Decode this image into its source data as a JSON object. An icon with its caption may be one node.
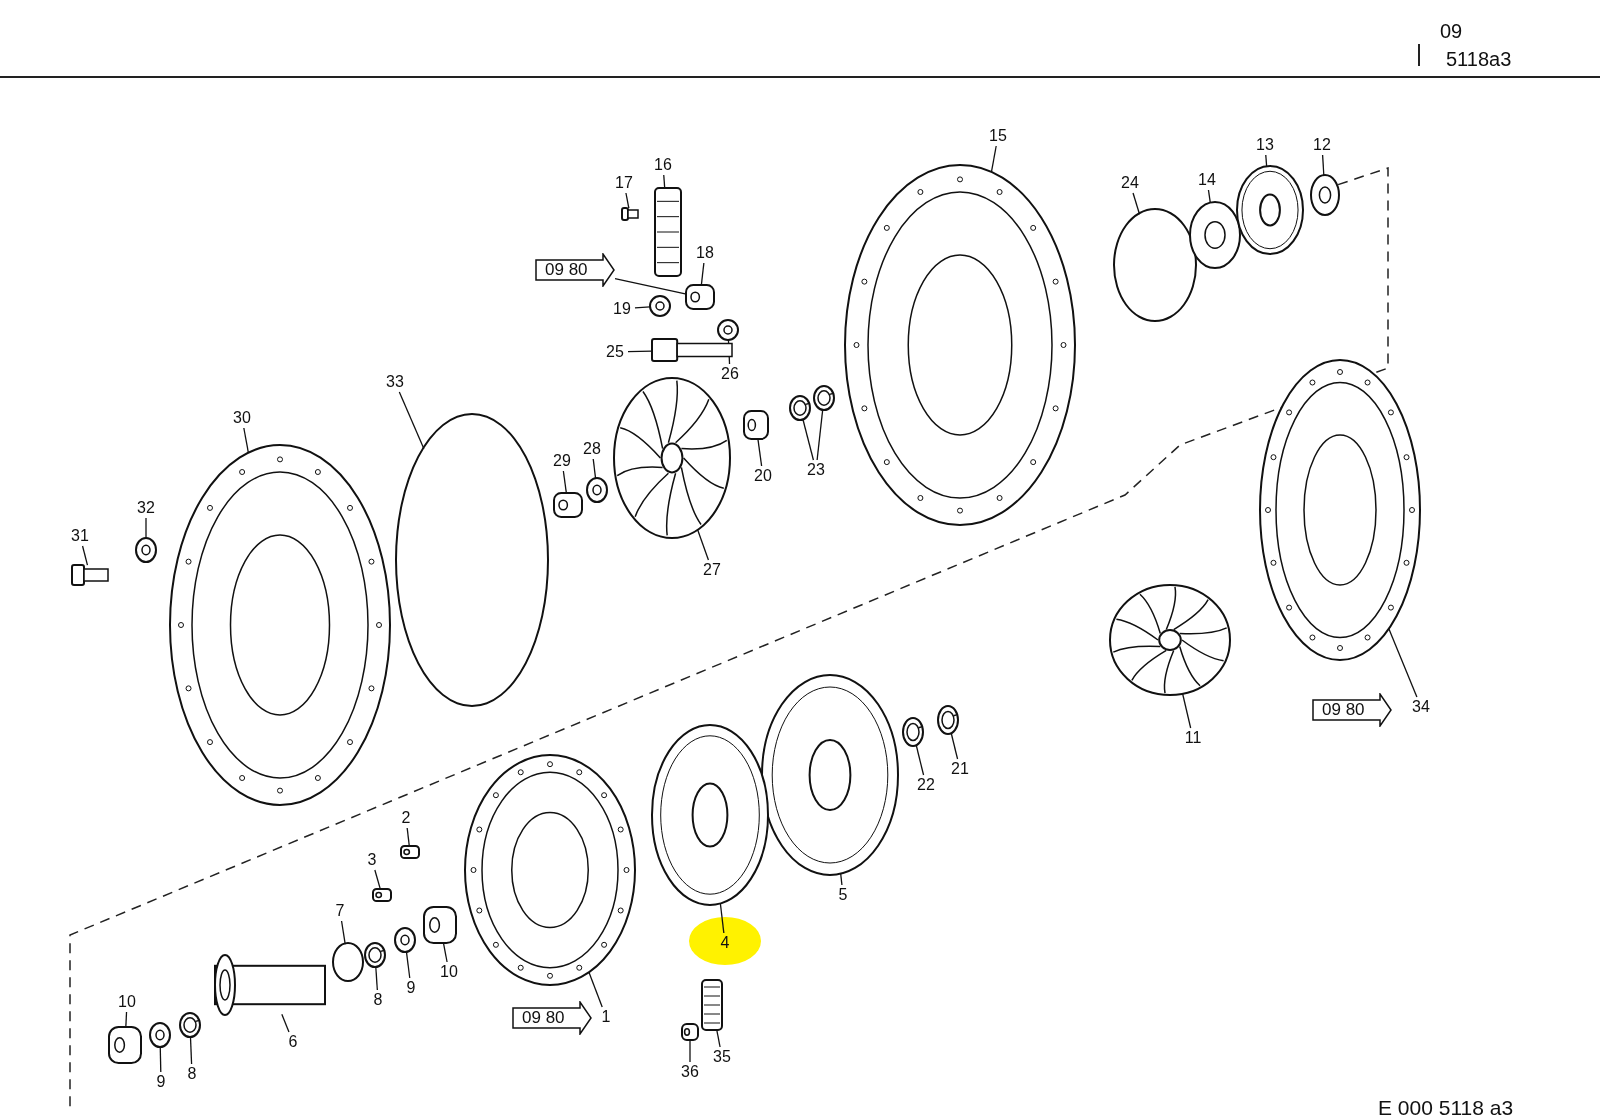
{
  "diagram": {
    "nodes": [
      {
        "text": [
          "15"
        ]
      },
      {
        "text": [],
        "shape": "picture"
      },
      {
        "text": [
          "16"
        ]
      },
      {
        "text": [],
        "shape": "picture"
      },
      {
        "text": [
          "17"
        ]
      },
      {
        "text": [],
        "shape": "picture"
      },
      {
        "text": [
          "18"
        ]
      },
      {
        "text": [],
        "shape": "picture"
      },
      {
        "text": [
          "19"
        ]
      },
      {
        "text": [],
        "shape": "picture"
      },
      {
        "text": [
          "25"
        ]
      },
      {
        "text": [],
        "shape": "picture"
      },
      {
        "text": [
          "26"
        ]
      },
      {
        "text": [],
        "shape": "picture"
      },
      {
        "text": [
          "24"
        ]
      },
      {
        "text": [],
        "shape": "circle"
      },
      {
        "text": [
          "14"
        ]
      },
      {
        "text": [],
        "shape": "picture"
      },
      {
        "text": [
          "13"
        ]
      },
      {
        "text": [],
        "shape": "picture"
      },
      {
        "text": [
          "12"
        ]
      },
      {
        "text": [],
        "shape": "picture"
      },
      {
        "text": [
          "33"
        ]
      },
      {
        "text": [],
        "shape": "circle"
      },
      {
        "text": [
          "30"
        ]
      },
      {
        "text": [],
        "shape": "picture"
      },
      {
        "text": [
          "32"
        ]
      },
      {
        "text": [],
        "shape": "picture"
      },
      {
        "text": [
          "31"
        ]
      },
      {
        "text": [],
        "shape": "picture"
      },
      {
        "text": [
          "29"
        ]
      },
      {
        "text": [],
        "shape": "picture"
      },
      {
        "text": [
          "28"
        ]
      },
      {
        "text": [],
        "shape": "picture"
      },
      {
        "text": [
          "27"
        ]
      },
      {
        "text": [],
        "shape": "picture"
      },
      {
        "text": [
          "20"
        ]
      },
      {
        "text": [],
        "shape": "picture"
      },
      {
        "text": [
          "23"
        ]
      },
      {
        "text": [],
        "shape": "picture"
      },
      {
        "text": [],
        "shape": "picture"
      },
      {
        "text": [
          "34"
        ]
      },
      {
        "text": [],
        "shape": "picture"
      },
      {
        "text": [
          "11"
        ]
      },
      {
        "text": [],
        "shape": "picture"
      },
      {
        "text": [
          "21"
        ]
      },
      {
        "text": [],
        "shape": "picture"
      },
      {
        "text": [
          "22"
        ]
      },
      {
        "text": [],
        "shape": "picture"
      },
      {
        "text": [
          "5"
        ]
      },
      {
        "text": [],
        "shape": "picture"
      },
      {
        "text": [
          "4"
        ]
      },
      {
        "text": [],
        "shape": "picture"
      },
      {
        "text": [
          "2"
        ]
      },
      {
        "text": [],
        "shape": "picture"
      },
      {
        "text": [
          "3"
        ]
      },
      {
        "text": [],
        "shape": "picture"
      },
      {
        "text": [
          "7"
        ]
      },
      {
        "text": [],
        "shape": "circle"
      },
      {
        "text": [
          "8"
        ]
      },
      {
        "text": [],
        "shape": "picture"
      },
      {
        "text": [
          "9"
        ]
      },
      {
        "text": [],
        "shape": "picture"
      },
      {
        "text": [
          "10"
        ]
      },
      {
        "text": [],
        "shape": "picture"
      },
      {
        "text": [
          "1"
        ]
      },
      {
        "text": [],
        "shape": "picture"
      },
      {
        "text": [
          "6"
        ]
      },
      {
        "text": [],
        "shape": "picture"
      },
      {
        "text": [
          "10"
        ]
      },
      {
        "text": [],
        "shape": "picture"
      },
      {
        "text": [
          "9"
        ]
      },
      {
        "text": [],
        "shape": "picture"
      },
      {
        "text": [
          "8"
        ]
      },
      {
        "text": [],
        "shape": "picture"
      },
      {
        "text": [
          "36"
        ]
      },
      {
        "text": [],
        "shape": "picture"
      },
      {
        "text": [
          "35"
        ]
      },
      {
        "text": [],
        "shape": "picture"
      },
      {
        "text": [
          "09 80"
        ]
      },
      {
        "text": [
          "09 80"
        ]
      },
      {
        "text": [
          "09 80"
        ]
      }
    ],
    "edges": [
      {
        "from": 0,
        "to": 1,
        "arrow": "none"
      },
      {
        "from": 2,
        "to": 3,
        "arrow": "none"
      },
      {
        "from": 4,
        "to": 5,
        "arrow": "none"
      },
      {
        "from": 6,
        "to": 7,
        "arrow": "none"
      },
      {
        "from": 8,
        "to": 9,
        "arrow": "none"
      },
      {
        "from": 10,
        "to": 11,
        "arrow": "none"
      },
      {
        "from": 12,
        "to": 13,
        "arrow": "none"
      },
      {
        "from": 14,
        "to": 15,
        "arrow": "none"
      },
      {
        "from": 16,
        "to": 17,
        "arrow": "none"
      },
      {
        "from": 18,
        "to": 19,
        "arrow": "none"
      },
      {
        "from": 20,
        "to": 21,
        "arrow": "none"
      },
      {
        "from": 22,
        "to": 23,
        "arrow": "none"
      },
      {
        "from": 24,
        "to": 25,
        "arrow": "none"
      },
      {
        "from": 26,
        "to": 27,
        "arrow": "none"
      },
      {
        "from": 28,
        "to": 29,
        "arrow": "none"
      },
      {
        "from": 30,
        "to": 31,
        "arrow": "none"
      },
      {
        "from": 32,
        "to": 33,
        "arrow": "none"
      },
      {
        "from": 34,
        "to": 35,
        "arrow": "none"
      },
      {
        "from": 36,
        "to": 37,
        "arrow": "none"
      },
      {
        "from": 38,
        "to": 39,
        "arrow": "none"
      },
      {
        "from": 38,
        "to": 40,
        "arrow": "none"
      },
      {
        "from": 41,
        "to": 42,
        "arrow": "none"
      },
      {
        "from": 43,
        "to": 44,
        "arrow": "none"
      },
      {
        "from": 45,
        "to": 46,
        "arrow": "none"
      },
      {
        "from": 47,
        "to": 48,
        "arrow": "none"
      },
      {
        "from": 49,
        "to": 50,
        "arrow": "none"
      },
      {
        "from": 51,
        "to": 52,
        "arrow": "none"
      },
      {
        "from": 53,
        "to": 54,
        "arrow": "none"
      },
      {
        "from": 55,
        "to": 56,
        "arrow": "none"
      },
      {
        "from": 57,
        "to": 58,
        "arrow": "none"
      },
      {
        "from": 59,
        "to": 60,
        "arrow": "none"
      },
      {
        "from": 61,
        "to": 62,
        "arrow": "none"
      },
      {
        "from": 63,
        "to": 64,
        "arrow": "none"
      },
      {
        "from": 65,
        "to": 66,
        "arrow": "none"
      },
      {
        "from": 67,
        "to": 68,
        "arrow": "none"
      },
      {
        "from": 69,
        "to": 70,
        "arrow": "none"
      },
      {
        "from": 71,
        "to": 72,
        "arrow": "none"
      },
      {
        "from": 73,
        "to": 74,
        "arrow": "none"
      },
      {
        "from": 75,
        "to": 76,
        "arrow": "none"
      },
      {
        "from": 77,
        "to": 78,
        "arrow": "none"
      },
      {
        "from": 79,
        "to": 7,
        "arrow": "none"
      }
    ],
    "labels": [
      "09",
      "5118a3",
      "E 000 5118 a3"
    ]
  }
}
